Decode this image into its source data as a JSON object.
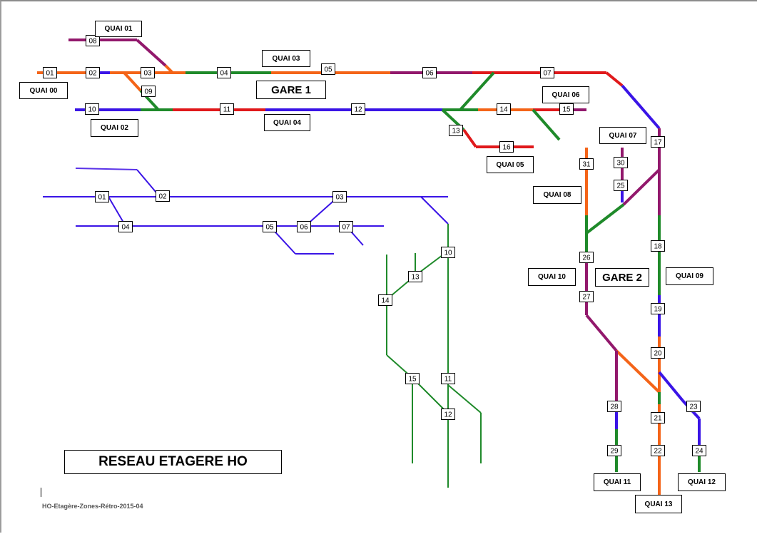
{
  "colors": {
    "red": "#e0191b",
    "orange": "#f46418",
    "green": "#1f8a2a",
    "blue": "#3a14e6",
    "purple": "#92186c",
    "violet": "#5a32e8"
  },
  "labels": {
    "quai_00": "QUAI 00",
    "quai_01": "QUAI 01",
    "quai_02": "QUAI 02",
    "quai_03": "QUAI 03",
    "quai_04": "QUAI 04",
    "quai_05": "QUAI 05",
    "quai_06": "QUAI 06",
    "quai_07": "QUAI 07",
    "quai_08": "QUAI 08",
    "quai_09": "QUAI 09",
    "quai_10": "QUAI 10",
    "quai_11": "QUAI 11",
    "quai_12": "QUAI 12",
    "quai_13": "QUAI 13",
    "gare_1": "GARE 1",
    "gare_2": "GARE 2",
    "title": "RESEAU ETAGERE HO",
    "footer": "HO-Etagère-Zones-Rétro-2015-04"
  },
  "gare1_nodes": [
    "01",
    "02",
    "03",
    "04",
    "05",
    "06",
    "07",
    "08",
    "09",
    "10",
    "11",
    "12",
    "13",
    "14",
    "15",
    "16",
    "17"
  ],
  "gare2_nodes": [
    "18",
    "19",
    "20",
    "21",
    "22",
    "23",
    "24",
    "25",
    "26",
    "27",
    "28",
    "29",
    "30",
    "31"
  ],
  "shelf_nodes": [
    "01",
    "02",
    "03",
    "04",
    "05",
    "06",
    "07",
    "10",
    "11",
    "12",
    "13",
    "14",
    "15"
  ]
}
